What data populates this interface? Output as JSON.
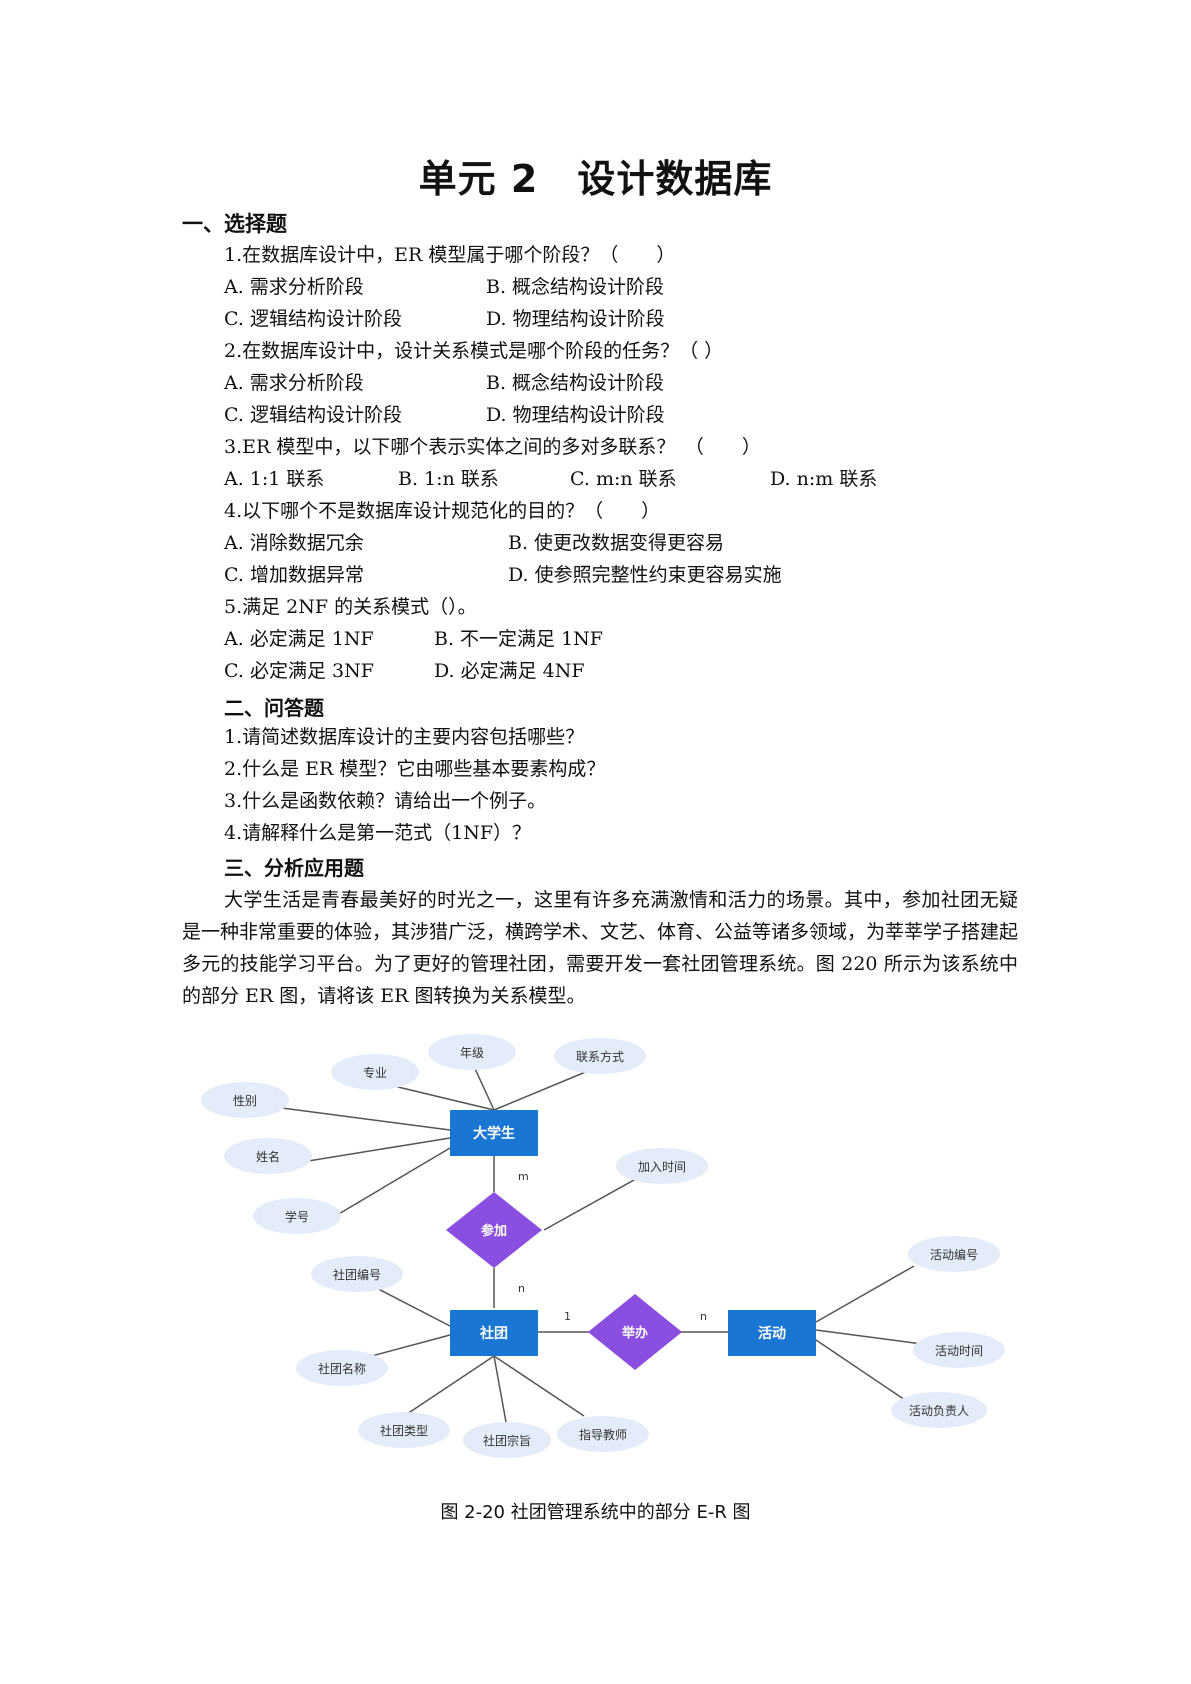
{
  "title": "单元 2　设计数据库",
  "section1": {
    "heading": "一、选择题",
    "q1": {
      "stem": "1.在数据库设计中，ER 模型属于哪个阶段？（　　）",
      "a": "A.  需求分析阶段",
      "b": "B.  概念结构设计阶段",
      "c": "C.  逻辑结构设计阶段",
      "d": "D.  物理结构设计阶段"
    },
    "q2": {
      "stem": "2.在数据库设计中，设计关系模式是哪个阶段的任务？（  ）",
      "a": "A.  需求分析阶段",
      "b": "B.  概念结构设计阶段",
      "c": "C.  逻辑结构设计阶段",
      "d": "D.  物理结构设计阶段"
    },
    "q3": {
      "stem": "3.ER 模型中，以下哪个表示实体之间的多对多联系？　（　　）",
      "a": "A. 1:1 联系",
      "b": "B. 1:n 联系",
      "c": "C. m:n 联系",
      "d": "D. n:m 联系"
    },
    "q4": {
      "stem": "4.以下哪个不是数据库设计规范化的目的？（　　）",
      "a": "A.  消除数据冗余",
      "b": "B.  使更改数据变得更容易",
      "c": "C.  增加数据异常",
      "d": "D.  使参照完整性约束更容易实施"
    },
    "q5": {
      "stem": "5.满足 2NF 的关系模式（）。",
      "a": "A.  必定满足 1NF",
      "b": "B.  不一定满足 1NF",
      "c": "C.  必定满足 3NF",
      "d": "D.  必定满足 4NF"
    }
  },
  "section2": {
    "heading": "二、问答题",
    "questions": [
      "1.请简述数据库设计的主要内容包括哪些？",
      "2.什么是 ER 模型？它由哪些基本要素构成？",
      "3.什么是函数依赖？请给出一个例子。",
      "4.请解释什么是第一范式（1NF）？"
    ]
  },
  "section3": {
    "heading": "三、分析应用题",
    "paragraph": "大学生活是青春最美好的时光之一，这里有许多充满激情和活力的场景。其中，参加社团无疑是一种非常重要的体验，其涉猎广泛，横跨学术、文艺、体育、公益等诸多领域，为莘莘学子搭建起多元的技能学习平台。为了更好的管理社团，需要开发一套社团管理系统。图 220 所示为该系统中的部分 ER 图，请将该 ER 图转换为关系模型。"
  },
  "er_diagram": {
    "entities": {
      "student": "大学生",
      "club": "社团",
      "activity": "活动"
    },
    "relationships": {
      "join": "参加",
      "host": "举办"
    },
    "student_attributes": [
      "年级",
      "专业",
      "联系方式",
      "性别",
      "姓名",
      "学号"
    ],
    "join_attribute": "加入时间",
    "club_attributes": [
      "社团编号",
      "社团名称",
      "社团类型",
      "社团宗旨",
      "指导教师"
    ],
    "activity_attributes": [
      "活动编号",
      "活动时间",
      "活动负责人"
    ],
    "cardinality": {
      "student_join": "m",
      "club_join": "n",
      "club_host": "1",
      "activity_host": "n"
    },
    "colors": {
      "entity": "#1976d2",
      "relationship": "#8a4fe0",
      "attribute": "#e3ecf8",
      "line": "#555555"
    }
  },
  "caption": "图 2-20  社团管理系统中的部分 E-R 图"
}
